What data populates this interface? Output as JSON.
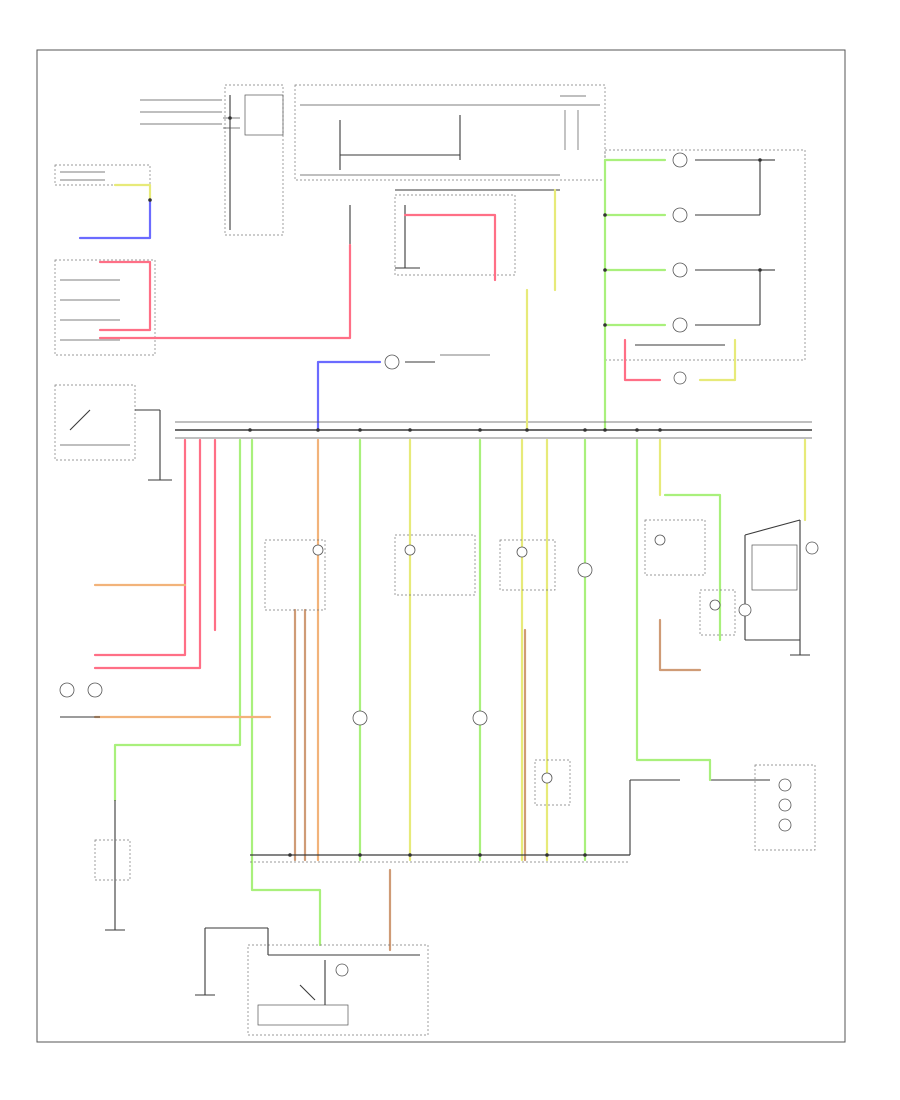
{
  "colors": {
    "frame": "#555555",
    "wire_black": "#3a3a3a",
    "wire_red": "#ff6f86",
    "wire_green": "#a9f07c",
    "wire_yellow": "#e7ea79",
    "wire_blue": "#6b6bff",
    "wire_orange": "#f2b37a",
    "wire_brown": "#cf9b76"
  },
  "components": [
    "fuse-relay-box",
    "headlight-switch",
    "combination-meter",
    "instrument-cluster",
    "illumination-bulbs",
    "ground-points",
    "splice-connectors"
  ],
  "footer_mark": "",
  "labels": []
}
